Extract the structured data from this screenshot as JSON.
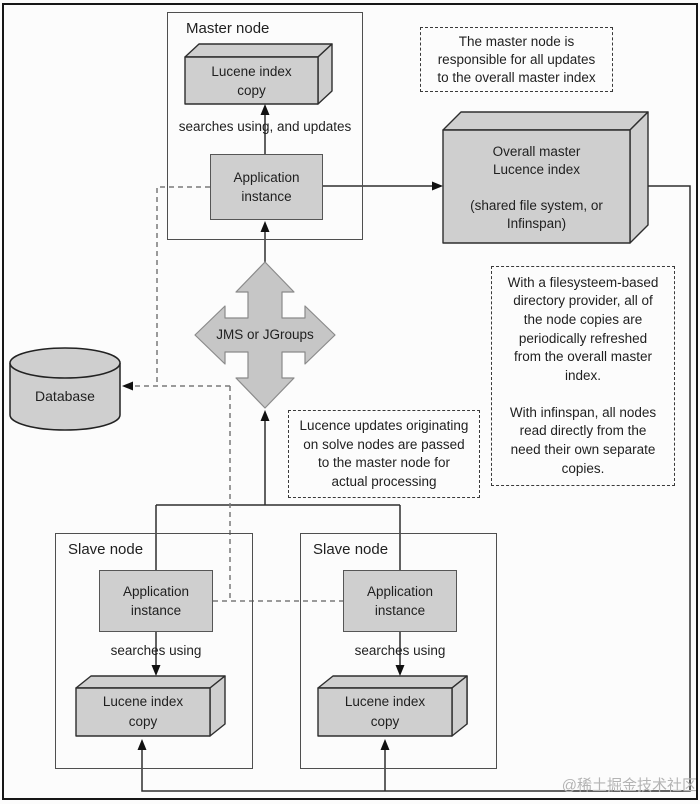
{
  "colors": {
    "background": "#fcfcfc",
    "box_fill": "#cfcfcf",
    "box_border": "#2e2e2e",
    "panel_border": "#4f4f4f",
    "line": "#2e2e2e",
    "dashed_line": "#7a7a7a",
    "note_border": "#3a3a3a",
    "text": "#1f1f1f",
    "watermark": "#b4b4b4",
    "cross_fill": "#c6c6c6",
    "cross_border": "#8a8a8a"
  },
  "master": {
    "title": "Master node",
    "lucene_copy": [
      "Lucene index",
      "copy"
    ],
    "searches_label": "searches using, and updates",
    "app_instance": [
      "Application",
      "instance"
    ]
  },
  "overall_index": [
    "Overall master",
    "Lucence index",
    "",
    "(shared file system, or",
    "Infinspan)"
  ],
  "messaging": "JMS or JGroups",
  "database": "Database",
  "notes": {
    "master_responsibility": [
      "The master node is",
      "responsible for all updates",
      "to the overall master index"
    ],
    "refresh_behavior": [
      "With a filesysteem-based",
      "directory provider, all of",
      "the node copies are",
      "periodically refreshed",
      "from the overall master",
      "index.",
      "",
      "With infinspan, all nodes",
      "read directly from the",
      "need their own separate",
      "copies."
    ],
    "update_flow": [
      "Lucence updates originating",
      "on solve nodes are passed",
      "to the master node for",
      "actual processing"
    ]
  },
  "slave_left": {
    "title": "Slave node",
    "app_instance": [
      "Application",
      "instance"
    ],
    "searches_label": "searches using",
    "lucene_copy": [
      "Lucene index",
      "copy"
    ]
  },
  "slave_right": {
    "title": "Slave node",
    "app_instance": [
      "Application",
      "instance"
    ],
    "searches_label": "searches using",
    "lucene_copy": [
      "Lucene index",
      "copy"
    ]
  },
  "watermark": "@稀土掘金技术社区"
}
